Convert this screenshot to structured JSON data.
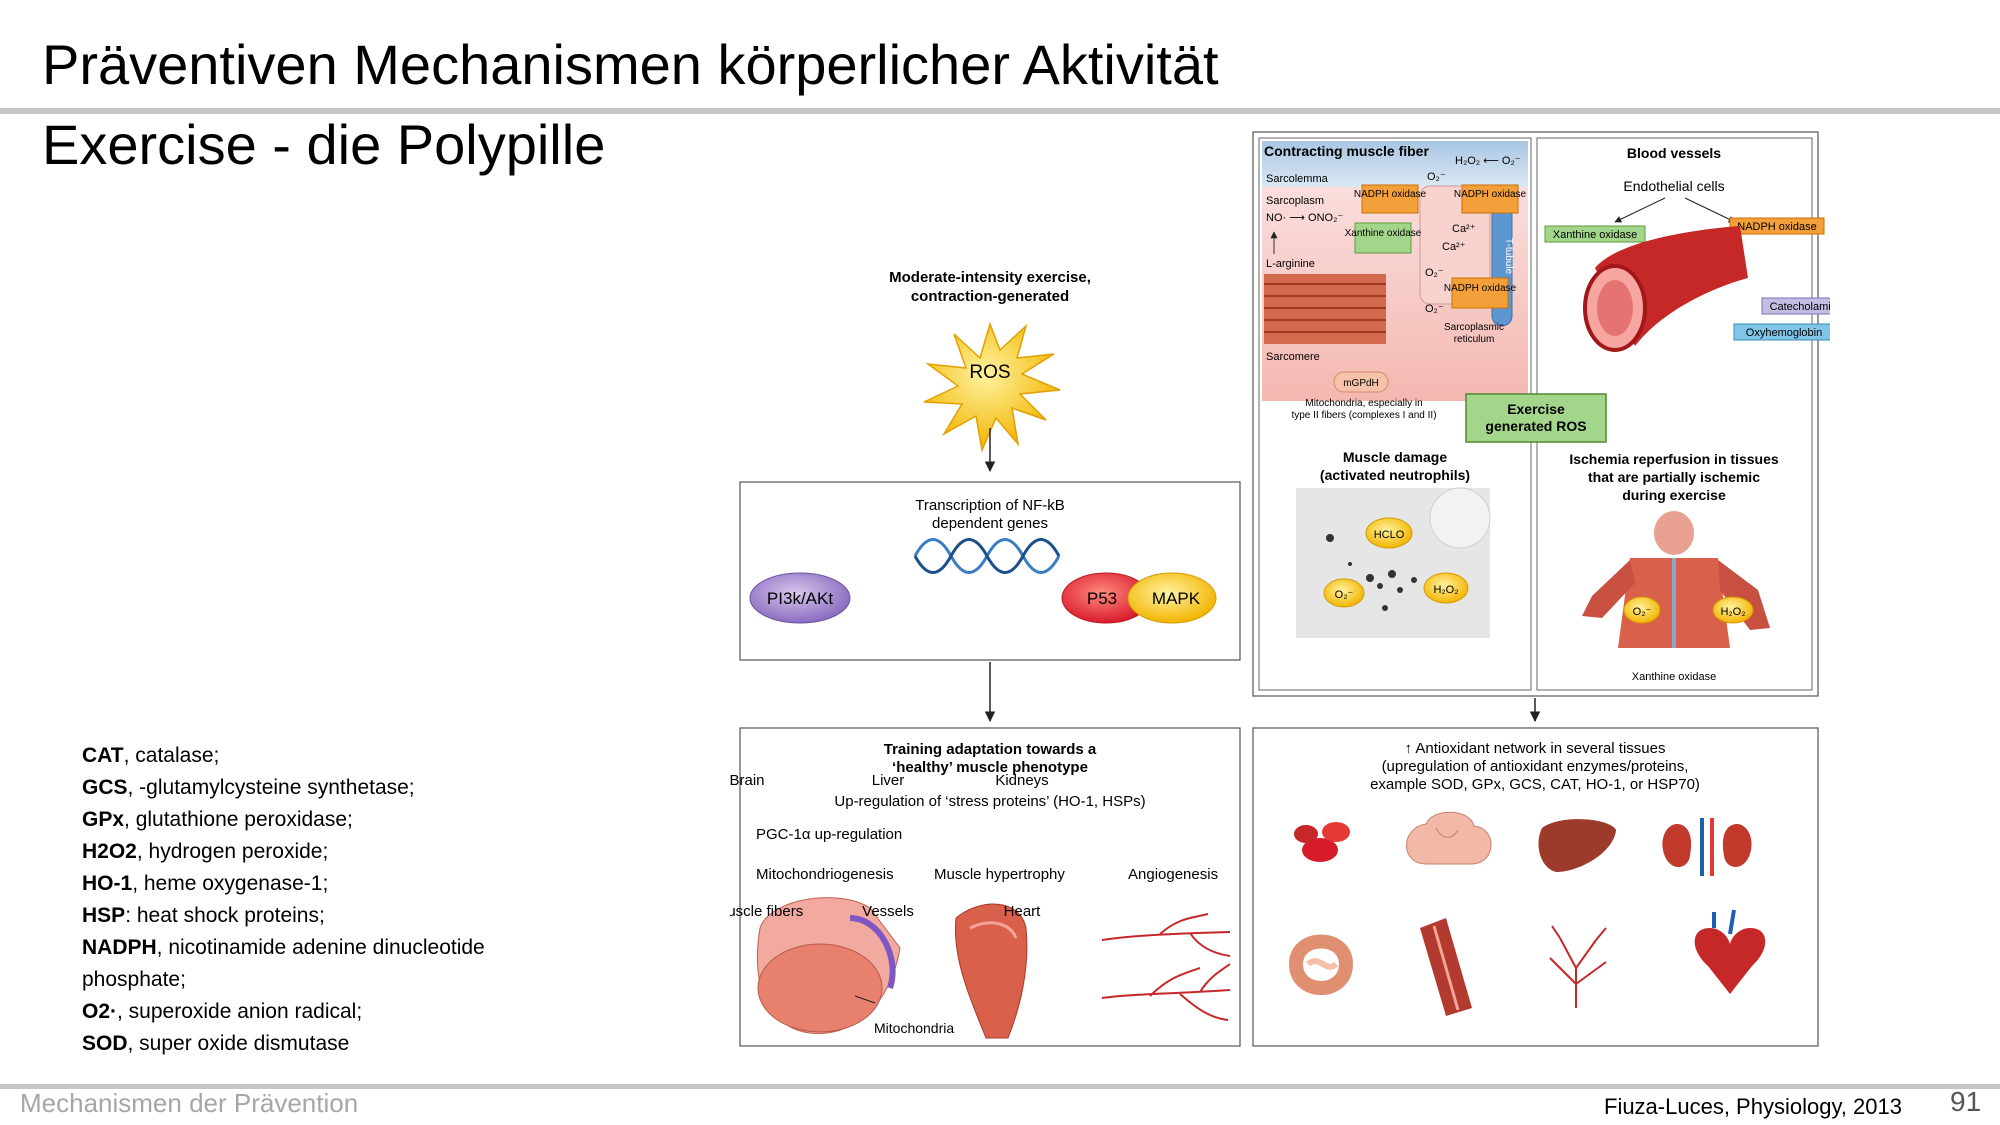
{
  "slide": {
    "title": "Präventiven Mechanismen körperlicher Aktivität",
    "subtitle": "Exercise  -  die Polypille",
    "footer_left": "Mechanismen der Prävention",
    "citation": "Fiuza-Luces, Physiology, 2013",
    "page_number": "91"
  },
  "abbreviations": [
    {
      "term": "CAT",
      "desc": ", catalase;"
    },
    {
      "term": "GCS",
      "desc": ", -glutamylcysteine synthetase;"
    },
    {
      "term": "GPx",
      "desc": ", glutathione peroxidase;"
    },
    {
      "term": "H2O2",
      "desc": ", hydrogen peroxide;"
    },
    {
      "term": "HO-1",
      "desc": ", heme oxygenase-1;"
    },
    {
      "term": "HSP",
      "desc": ": heat shock proteins;"
    },
    {
      "term": "NADPH",
      "desc": ", nicotinamide adenine  dinucleotide"
    },
    {
      "term": "",
      "desc": "phosphate;"
    },
    {
      "term": "O2·",
      "desc": ", superoxide anion radical;"
    },
    {
      "term": "SOD",
      "desc": ", super oxide dismutase"
    }
  ],
  "figure": {
    "ros_header_1": "Moderate-intensity exercise,",
    "ros_header_2": "contraction-generated",
    "ros_label": "ROS",
    "transcription_1": "Transcription of NF-kB",
    "transcription_2": "dependent genes",
    "pi3k": "PI3k/AKt",
    "p53": "P53",
    "mapk": "MAPK",
    "muscle_fiber": {
      "title": "Contracting muscle fiber",
      "sarcolemma": "Sarcolemma",
      "sarcoplasm": "Sarcoplasm",
      "no_reaction": "NO· ⟶ ONO₂⁻",
      "l_arginine": "L-arginine",
      "h2o2_top": "H₂O₂ ⟵ O₂⁻",
      "o2_a": "O₂⁻",
      "o2_b": "O₂⁻",
      "o2_c": "O₂⁻",
      "nadph_1": "NADPH oxidase",
      "nadph_2": "NADPH oxidase",
      "nadph_3": "NADPH oxidase",
      "xanthine": "Xanthine oxidase",
      "ca_1": "Ca²⁺",
      "ca_2": "Ca²⁺",
      "t_tubule": "T-tubule",
      "sr_1": "Sarcoplasmic",
      "sr_2": "reticulum",
      "sarcomere": "Sarcomere",
      "mgpdh": "mGPdH",
      "mito_1": "Mitochondria, especially in",
      "mito_2": "type II fibers (complexes I and II)"
    },
    "blood_vessels": {
      "title": "Blood vessels",
      "endothelial": "Endothelial cells",
      "xanthine": "Xanthine oxidase",
      "nadph": "NADPH oxidase",
      "catecholamines": "Catecholamines",
      "oxyhemoglobin": "Oxyhemoglobin"
    },
    "exercise_ros_1": "Exercise",
    "exercise_ros_2": "generated ROS",
    "muscle_damage": {
      "title_1": "Muscle damage",
      "title_2": "(activated neutrophils)",
      "hclo": "HCLO",
      "o2": "O₂⁻",
      "h2o2": "H₂O₂"
    },
    "ischemia": {
      "title_1": "Ischemia reperfusion in tissues",
      "title_2": "that are partially ischemic",
      "title_3": "during exercise",
      "o2": "O₂⁻",
      "h2o2": "H₂O₂",
      "xanthine": "Xanthine oxidase"
    },
    "training": {
      "title_1": "Training adaptation towards a",
      "title_2": "‘healthy’ muscle phenotype",
      "stress": "Up-regulation of ‘stress proteins’ (HO-1, HSPs)",
      "pgc": "PGC-1α up-regulation",
      "mitogenesis": "Mitochondriogenesis",
      "hypertrophy": "Muscle hypertrophy",
      "angiogenesis": "Angiogenesis",
      "mitochondria": "Mitochondria"
    },
    "antioxidant": {
      "title_1": "↑ Antioxidant network in several tissues",
      "title_2": "(upregulation of antioxidant enzymes/proteins,",
      "title_3": "example SOD, GPx, GCS, CAT, HO-1, or HSP70)",
      "organs": [
        "Blood",
        "Brain",
        "Liver",
        "Kidneys",
        "Gut",
        "Muscle fibers",
        "Vessels",
        "Heart"
      ]
    }
  }
}
